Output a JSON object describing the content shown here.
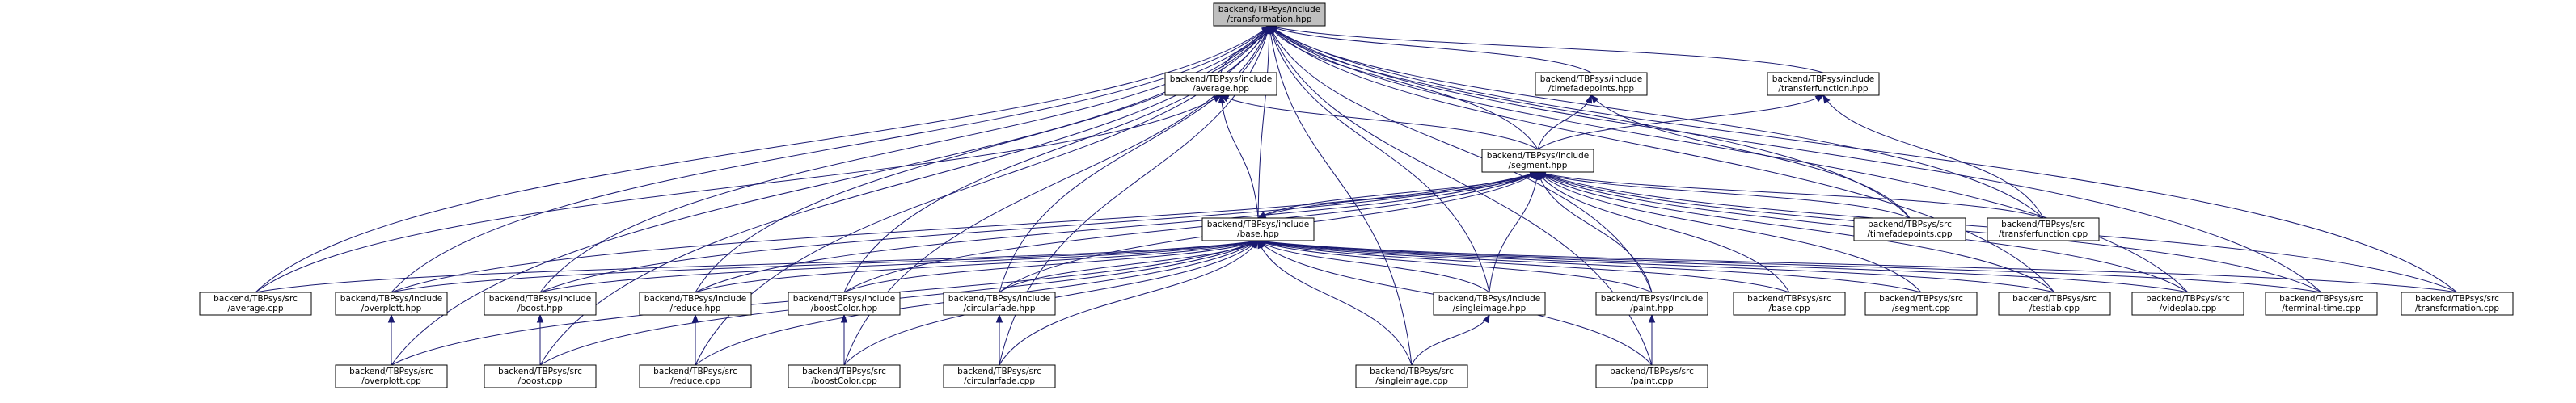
{
  "graph": {
    "nodes": [
      {
        "id": "transformation_hpp",
        "lines": [
          "backend/TBPsys/include",
          "/transformation.hpp"
        ],
        "root": true
      },
      {
        "id": "average_hpp",
        "lines": [
          "backend/TBPsys/include",
          "/average.hpp"
        ]
      },
      {
        "id": "timefadepoints_hpp",
        "lines": [
          "backend/TBPsys/include",
          "/timefadepoints.hpp"
        ]
      },
      {
        "id": "transferfunction_hpp",
        "lines": [
          "backend/TBPsys/include",
          "/transferfunction.hpp"
        ]
      },
      {
        "id": "segment_hpp",
        "lines": [
          "backend/TBPsys/include",
          "/segment.hpp"
        ]
      },
      {
        "id": "timefadepoints_cpp",
        "lines": [
          "backend/TBPsys/src",
          "/timefadepoints.cpp"
        ]
      },
      {
        "id": "transferfunction_cpp",
        "lines": [
          "backend/TBPsys/src",
          "/transferfunction.cpp"
        ]
      },
      {
        "id": "base_hpp",
        "lines": [
          "backend/TBPsys/include",
          "/base.hpp"
        ]
      },
      {
        "id": "average_cpp",
        "lines": [
          "backend/TBPsys/src",
          "/average.cpp"
        ]
      },
      {
        "id": "overplott_hpp",
        "lines": [
          "backend/TBPsys/include",
          "/overplott.hpp"
        ]
      },
      {
        "id": "boost_hpp",
        "lines": [
          "backend/TBPsys/include",
          "/boost.hpp"
        ]
      },
      {
        "id": "reduce_hpp",
        "lines": [
          "backend/TBPsys/include",
          "/reduce.hpp"
        ]
      },
      {
        "id": "boostColor_hpp",
        "lines": [
          "backend/TBPsys/include",
          "/boostColor.hpp"
        ]
      },
      {
        "id": "circularfade_hpp",
        "lines": [
          "backend/TBPsys/include",
          "/circularfade.hpp"
        ]
      },
      {
        "id": "singleimage_hpp",
        "lines": [
          "backend/TBPsys/include",
          "/singleimage.hpp"
        ]
      },
      {
        "id": "paint_hpp",
        "lines": [
          "backend/TBPsys/include",
          "/paint.hpp"
        ]
      },
      {
        "id": "base_cpp",
        "lines": [
          "backend/TBPsys/src",
          "/base.cpp"
        ]
      },
      {
        "id": "segment_cpp",
        "lines": [
          "backend/TBPsys/src",
          "/segment.cpp"
        ]
      },
      {
        "id": "testlab_cpp",
        "lines": [
          "backend/TBPsys/src",
          "/testlab.cpp"
        ]
      },
      {
        "id": "videolab_cpp",
        "lines": [
          "backend/TBPsys/src",
          "/videolab.cpp"
        ]
      },
      {
        "id": "terminal_time_cpp",
        "lines": [
          "backend/TBPsys/src",
          "/terminal-time.cpp"
        ]
      },
      {
        "id": "transformation_cpp",
        "lines": [
          "backend/TBPsys/src",
          "/transformation.cpp"
        ]
      },
      {
        "id": "overplott_cpp",
        "lines": [
          "backend/TBPsys/src",
          "/overplott.cpp"
        ]
      },
      {
        "id": "boost_cpp",
        "lines": [
          "backend/TBPsys/src",
          "/boost.cpp"
        ]
      },
      {
        "id": "reduce_cpp",
        "lines": [
          "backend/TBPsys/src",
          "/reduce.cpp"
        ]
      },
      {
        "id": "boostColor_cpp",
        "lines": [
          "backend/TBPsys/src",
          "/boostColor.cpp"
        ]
      },
      {
        "id": "circularfade_cpp",
        "lines": [
          "backend/TBPsys/src",
          "/circularfade.cpp"
        ]
      },
      {
        "id": "singleimage_cpp",
        "lines": [
          "backend/TBPsys/src",
          "/singleimage.cpp"
        ]
      },
      {
        "id": "paint_cpp",
        "lines": [
          "backend/TBPsys/src",
          "/paint.cpp"
        ]
      }
    ],
    "edges": [
      [
        "transformation_hpp",
        "average_hpp"
      ],
      [
        "transformation_hpp",
        "timefadepoints_hpp"
      ],
      [
        "transformation_hpp",
        "transferfunction_hpp"
      ],
      [
        "transformation_hpp",
        "segment_hpp"
      ],
      [
        "transformation_hpp",
        "timefadepoints_cpp"
      ],
      [
        "transformation_hpp",
        "transferfunction_cpp"
      ],
      [
        "transformation_hpp",
        "base_hpp"
      ],
      [
        "transformation_hpp",
        "average_cpp"
      ],
      [
        "transformation_hpp",
        "overplott_hpp"
      ],
      [
        "transformation_hpp",
        "boost_hpp"
      ],
      [
        "transformation_hpp",
        "reduce_hpp"
      ],
      [
        "transformation_hpp",
        "boostColor_hpp"
      ],
      [
        "transformation_hpp",
        "circularfade_hpp"
      ],
      [
        "transformation_hpp",
        "singleimage_hpp"
      ],
      [
        "transformation_hpp",
        "paint_hpp"
      ],
      [
        "transformation_hpp",
        "testlab_cpp"
      ],
      [
        "transformation_hpp",
        "videolab_cpp"
      ],
      [
        "transformation_hpp",
        "terminal_time_cpp"
      ],
      [
        "transformation_hpp",
        "transformation_cpp"
      ],
      [
        "transformation_hpp",
        "overplott_cpp"
      ],
      [
        "transformation_hpp",
        "boost_cpp"
      ],
      [
        "transformation_hpp",
        "reduce_cpp"
      ],
      [
        "transformation_hpp",
        "boostColor_cpp"
      ],
      [
        "transformation_hpp",
        "circularfade_cpp"
      ],
      [
        "transformation_hpp",
        "singleimage_cpp"
      ],
      [
        "transformation_hpp",
        "paint_cpp"
      ],
      [
        "average_hpp",
        "segment_hpp"
      ],
      [
        "average_hpp",
        "base_hpp"
      ],
      [
        "average_hpp",
        "average_cpp"
      ],
      [
        "timefadepoints_hpp",
        "segment_hpp"
      ],
      [
        "timefadepoints_hpp",
        "timefadepoints_cpp"
      ],
      [
        "transferfunction_hpp",
        "segment_hpp"
      ],
      [
        "transferfunction_hpp",
        "transferfunction_cpp"
      ],
      [
        "segment_hpp",
        "base_hpp"
      ],
      [
        "segment_hpp",
        "timefadepoints_cpp"
      ],
      [
        "segment_hpp",
        "transferfunction_cpp"
      ],
      [
        "segment_hpp",
        "overplott_hpp"
      ],
      [
        "segment_hpp",
        "boost_hpp"
      ],
      [
        "segment_hpp",
        "reduce_hpp"
      ],
      [
        "segment_hpp",
        "boostColor_hpp"
      ],
      [
        "segment_hpp",
        "circularfade_hpp"
      ],
      [
        "segment_hpp",
        "singleimage_hpp"
      ],
      [
        "segment_hpp",
        "paint_hpp"
      ],
      [
        "segment_hpp",
        "base_cpp"
      ],
      [
        "segment_hpp",
        "segment_cpp"
      ],
      [
        "segment_hpp",
        "testlab_cpp"
      ],
      [
        "segment_hpp",
        "videolab_cpp"
      ],
      [
        "segment_hpp",
        "terminal_time_cpp"
      ],
      [
        "segment_hpp",
        "transformation_cpp"
      ],
      [
        "base_hpp",
        "segment_hpp"
      ],
      [
        "base_hpp",
        "average_cpp"
      ],
      [
        "base_hpp",
        "overplott_hpp"
      ],
      [
        "base_hpp",
        "boost_hpp"
      ],
      [
        "base_hpp",
        "reduce_hpp"
      ],
      [
        "base_hpp",
        "boostColor_hpp"
      ],
      [
        "base_hpp",
        "circularfade_hpp"
      ],
      [
        "base_hpp",
        "singleimage_hpp"
      ],
      [
        "base_hpp",
        "paint_hpp"
      ],
      [
        "base_hpp",
        "base_cpp"
      ],
      [
        "base_hpp",
        "segment_cpp"
      ],
      [
        "base_hpp",
        "testlab_cpp"
      ],
      [
        "base_hpp",
        "videolab_cpp"
      ],
      [
        "base_hpp",
        "terminal_time_cpp"
      ],
      [
        "base_hpp",
        "transformation_cpp"
      ],
      [
        "base_hpp",
        "overplott_cpp"
      ],
      [
        "base_hpp",
        "boost_cpp"
      ],
      [
        "base_hpp",
        "reduce_cpp"
      ],
      [
        "base_hpp",
        "boostColor_cpp"
      ],
      [
        "base_hpp",
        "circularfade_cpp"
      ],
      [
        "base_hpp",
        "singleimage_cpp"
      ],
      [
        "base_hpp",
        "paint_cpp"
      ],
      [
        "overplott_hpp",
        "overplott_cpp"
      ],
      [
        "boost_hpp",
        "boost_cpp"
      ],
      [
        "reduce_hpp",
        "reduce_cpp"
      ],
      [
        "boostColor_hpp",
        "boostColor_cpp"
      ],
      [
        "circularfade_hpp",
        "circularfade_cpp"
      ],
      [
        "singleimage_hpp",
        "singleimage_cpp"
      ],
      [
        "paint_hpp",
        "paint_cpp"
      ]
    ]
  }
}
